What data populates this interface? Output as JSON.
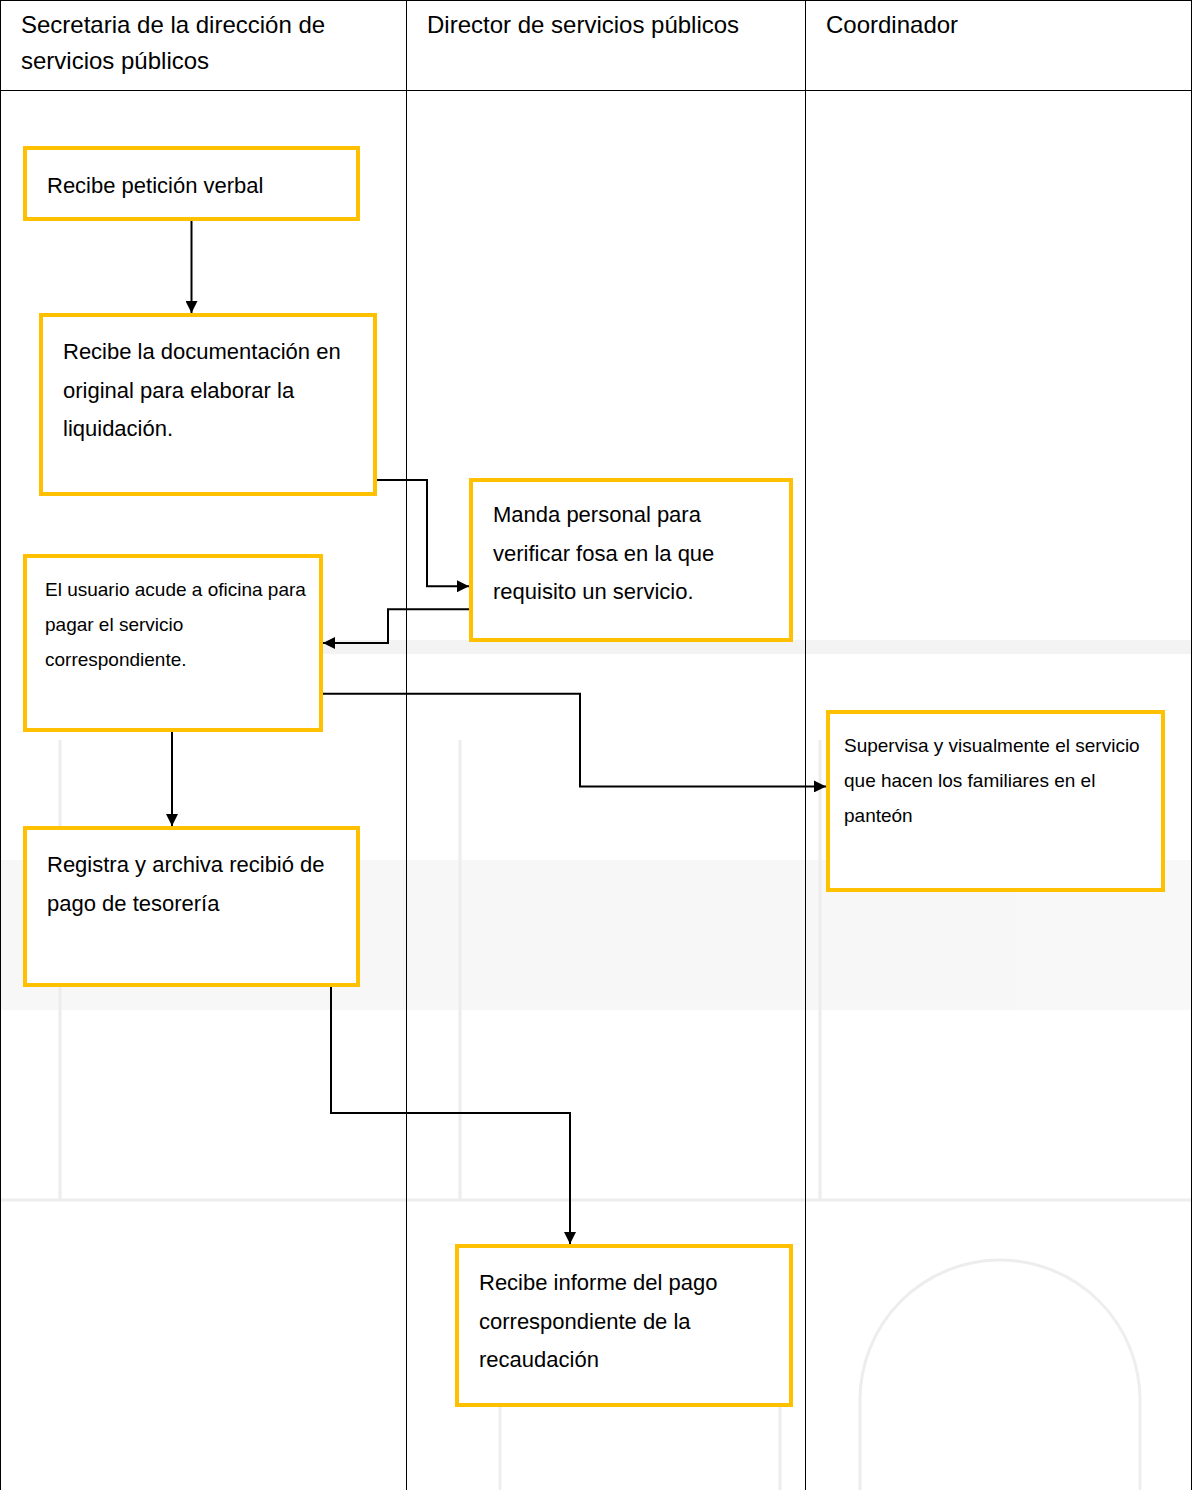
{
  "diagram": {
    "nodes": [
      {
        "text": [
          "Secretaria de la dirección de servicios públicos"
        ]
      },
      {
        "text": [
          "Director de servicios públicos"
        ]
      },
      {
        "text": [
          "Coordinador"
        ]
      },
      {
        "text": [
          "Recibe petición verbal"
        ],
        "in": 0
      },
      {
        "text": [
          "Recibe la documentación en original para elaborar la liquidación."
        ],
        "in": 0
      },
      {
        "text": [
          "Manda personal para verificar fosa en la que requisito un servicio."
        ],
        "in": 1
      },
      {
        "text": [
          "El usuario acude a oficina para pagar el servicio correspondiente."
        ],
        "in": 0
      },
      {
        "text": [
          "Supervisa y visualmente el servicio que hacen los familiares en el panteón"
        ],
        "in": 2
      },
      {
        "text": [
          "Registra y archiva recibió de pago de tesorería"
        ],
        "in": 0
      },
      {
        "text": [
          "Recibe informe del pago correspondiente de la recaudación"
        ],
        "in": 1
      }
    ],
    "edges": [
      {
        "from": 3,
        "to": 4,
        "arrow": "to"
      },
      {
        "from": 4,
        "to": 5,
        "arrow": "to"
      },
      {
        "from": 5,
        "to": 6,
        "arrow": "to"
      },
      {
        "from": 6,
        "to": 7,
        "arrow": "to"
      },
      {
        "from": 6,
        "to": 8,
        "arrow": "to"
      },
      {
        "from": 8,
        "to": 9,
        "arrow": "to"
      }
    ]
  }
}
